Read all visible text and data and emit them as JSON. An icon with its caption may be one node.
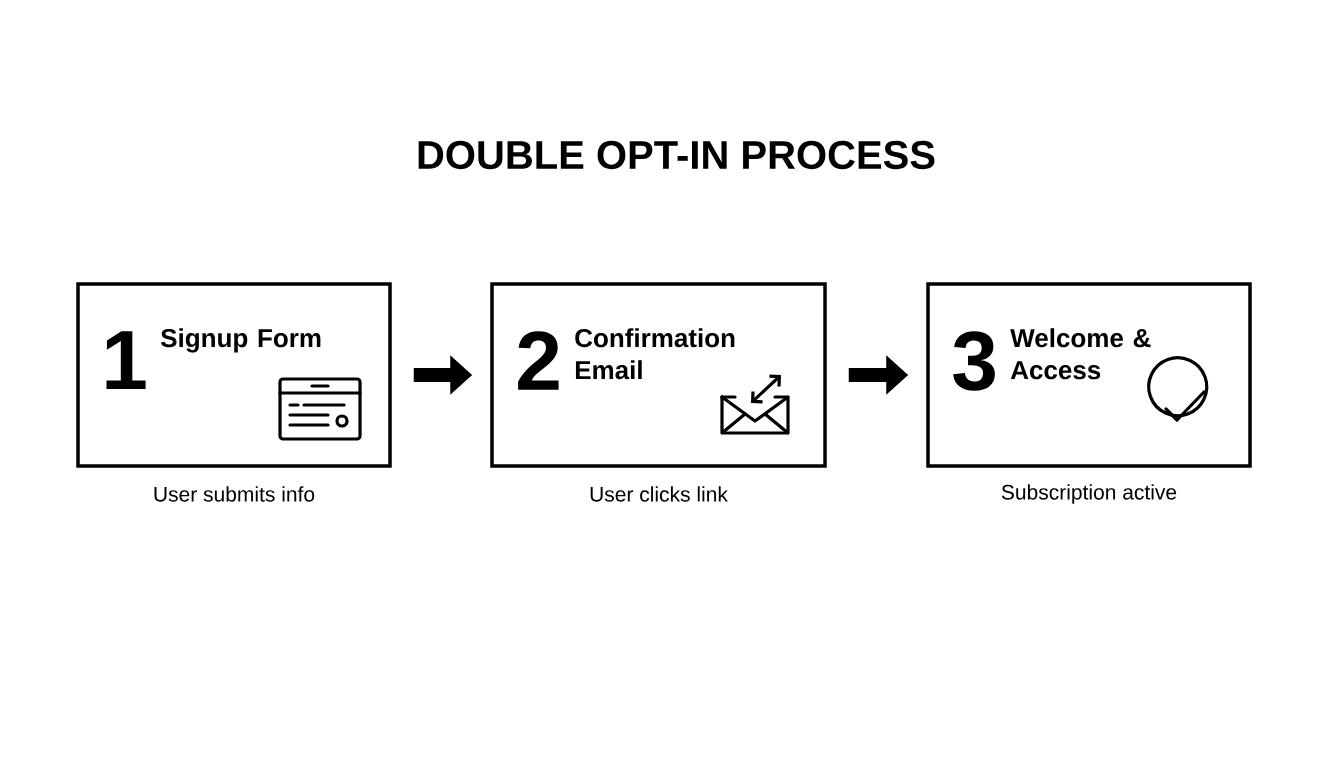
{
  "diagram": {
    "title": "DOUBLE OPT-IN PROCESS",
    "nodes": [
      {
        "text": [
          "1",
          "Signup Form"
        ],
        "beside": [
          "User submits info"
        ]
      },
      {
        "text": [
          "2",
          "Confirmation Email"
        ],
        "beside": [
          "User clicks link"
        ]
      },
      {
        "text": [
          "3",
          "Welcome & Access"
        ],
        "beside": [
          "Subscription active"
        ]
      }
    ],
    "edges": [
      {
        "from": 0,
        "to": 1,
        "arrow": "to"
      },
      {
        "from": 1,
        "to": 2,
        "arrow": "to"
      }
    ]
  }
}
